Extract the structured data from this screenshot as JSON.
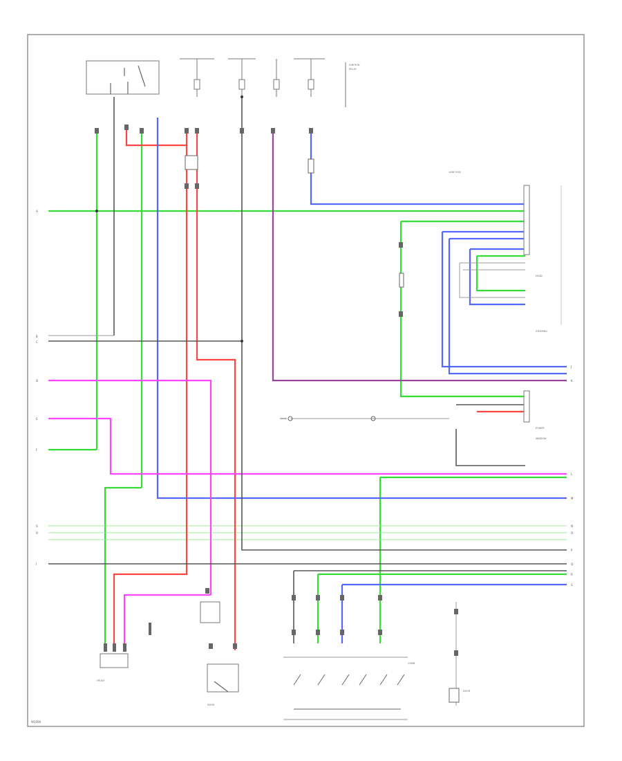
{
  "diagram": {
    "footer_code": "W1000",
    "colors": {
      "green": "#33dd33",
      "red": "#ff4444",
      "blue": "#5566ff",
      "magenta": "#ff44ff",
      "purple": "#8844aa",
      "gray": "#888888",
      "dark": "#444444"
    },
    "left_connectors": [
      "A",
      "B",
      "C",
      "D",
      "E",
      "F",
      "G",
      "H",
      "I"
    ],
    "right_connectors": [
      "J",
      "K",
      "L",
      "M",
      "N",
      "O",
      "P",
      "Q",
      "R",
      "S"
    ]
  }
}
